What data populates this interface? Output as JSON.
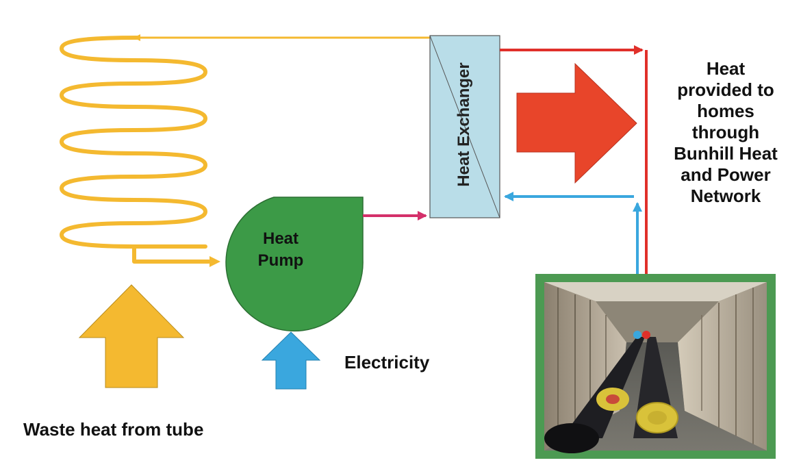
{
  "labels": {
    "waste_heat": "Waste heat from tube",
    "electricity": "Electricity",
    "heat_provided": "Heat\nprovided to\nhomes\nthrough\nBunhill Heat\nand Power\nNetwork",
    "heat_pump": "Heat\nPump",
    "heat_exchanger": "Heat Exchanger"
  },
  "colors": {
    "waste_heat": "#f4b930",
    "heat_pump": "#3c9a47",
    "heat_exchanger_fill": "#b9dde8",
    "hot_flow": "#e0302a",
    "pump_output": "#d4306a",
    "cold_flow": "#3aa7de",
    "photo_frame": "#4c9a52",
    "big_arrow": "#e8452a"
  },
  "icons": {
    "coil": "zigzag-coil-icon",
    "photo": "pipe-trench-photo"
  }
}
